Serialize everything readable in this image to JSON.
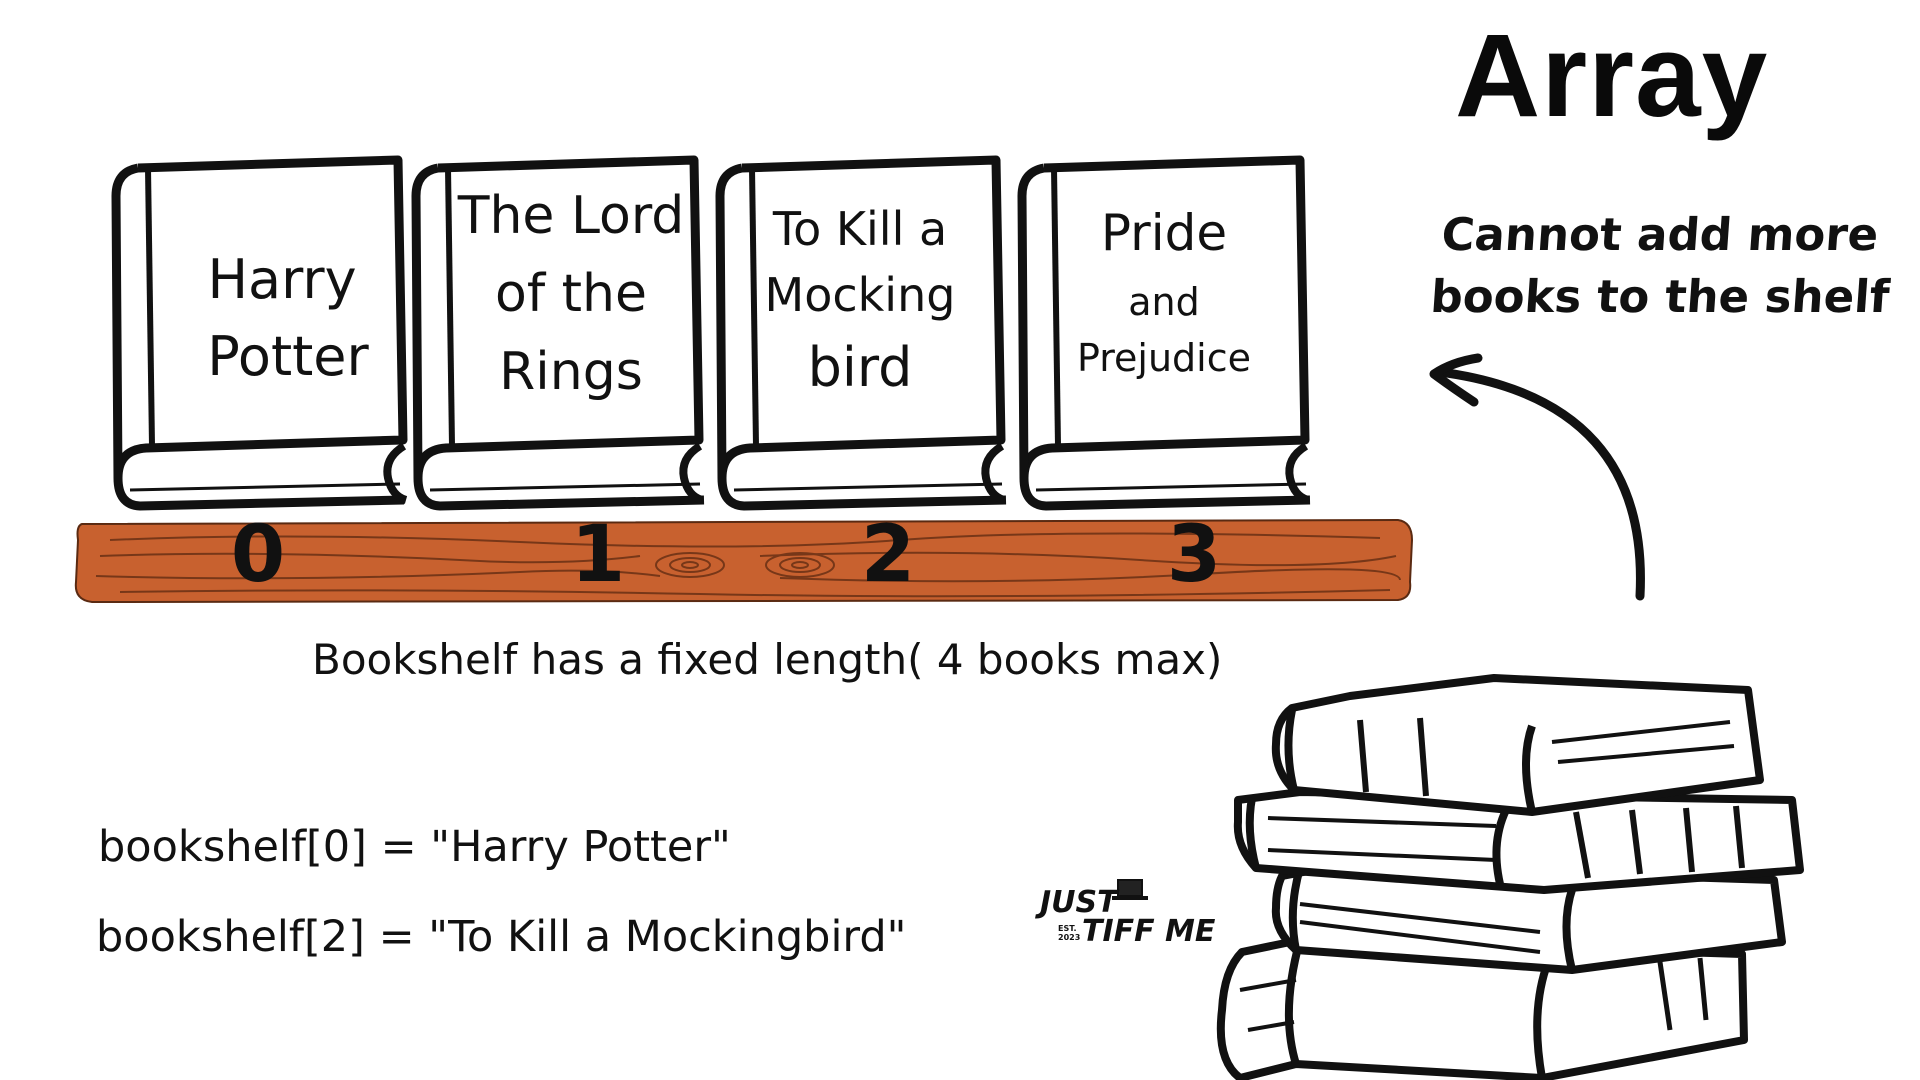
{
  "title": "Array",
  "note": {
    "line1": "Cannot add more",
    "line2": "books to the shelf"
  },
  "books": [
    {
      "lines": [
        "Harry",
        "Potter"
      ],
      "index": "0"
    },
    {
      "lines": [
        "The Lord",
        "of the",
        "Rings"
      ],
      "index": "1"
    },
    {
      "lines": [
        "To Kill a",
        "Mocking",
        "bird"
      ],
      "index": "2"
    },
    {
      "lines": [
        "Pride",
        "and",
        "Prejudice"
      ],
      "index": "3"
    }
  ],
  "caption": "Bookshelf has a fixed length( 4 books max)",
  "code": [
    "bookshelf[0] = \"Harry Potter\"",
    "bookshelf[2] = \"To Kill a Mockingbird\""
  ],
  "logo": {
    "line1": "JUST",
    "line2": "TIFF ME",
    "est": "EST.",
    "year": "2023"
  },
  "colors": {
    "shelf": "#C8612F",
    "ink": "#111111",
    "page": "#ffffff"
  }
}
